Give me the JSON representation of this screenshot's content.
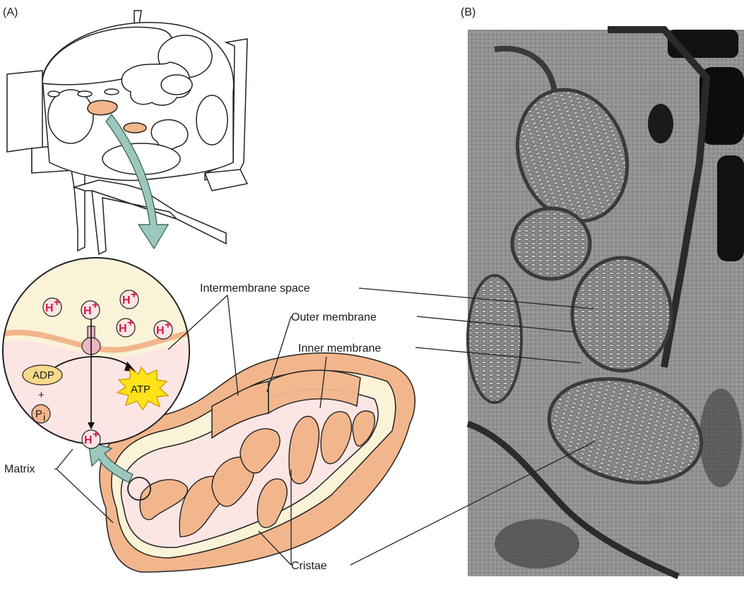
{
  "panels": {
    "a": "(A)",
    "b": "(B)"
  },
  "labels": {
    "intermembrane_space": "Intermembrane space",
    "outer_membrane": "Outer membrane",
    "inner_membrane": "Inner membrane",
    "matrix": "Matrix",
    "cristae": "Cristae"
  },
  "molecules": {
    "proton": "H",
    "proton_charge": "+",
    "adp": "ADP",
    "plus": "+",
    "pi": "P",
    "pi_sub": "i",
    "atp": "ATP"
  },
  "colors": {
    "membrane_peach": "#f2b68c",
    "matrix_pink": "#fbe6e4",
    "intermembrane_cream": "#fbf3d8",
    "cell_fill": "#ffffff",
    "arrow_teal": "#9cc7bd",
    "proton_red": "#d8174d",
    "adp_yellow": "#f6d98a",
    "atp_yellow": "#ffe21a"
  }
}
